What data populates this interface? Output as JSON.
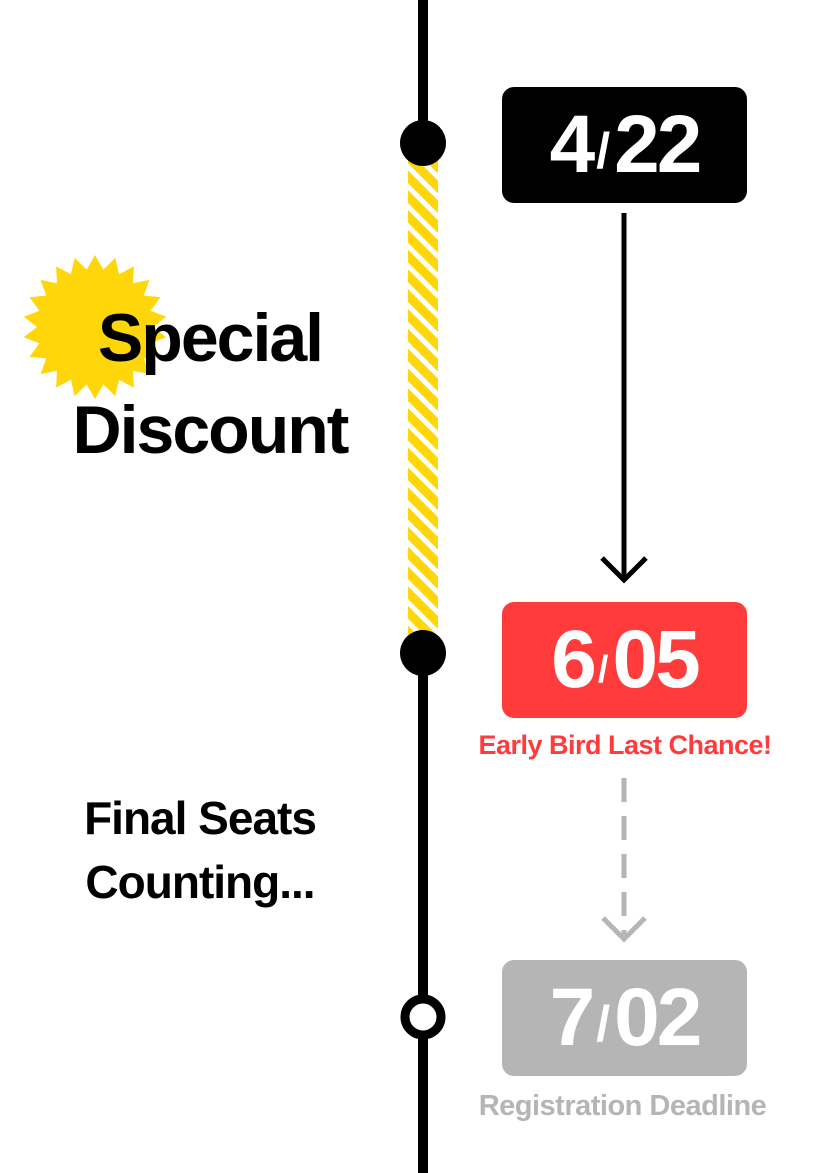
{
  "timeline": {
    "milestones": [
      {
        "id": "start",
        "month": "4",
        "separator": "/",
        "day": "22",
        "caption": "",
        "box_color": "#000000",
        "marker": "filled"
      },
      {
        "id": "early-bird",
        "month": "6",
        "separator": "/",
        "day": "05",
        "caption": "Early Bird Last Chance!",
        "box_color": "#ff3b3b",
        "marker": "filled"
      },
      {
        "id": "deadline",
        "month": "7",
        "separator": "/",
        "day": "02",
        "caption": "Registration Deadline",
        "box_color": "#b5b5b5",
        "marker": "hollow"
      }
    ],
    "periods": [
      {
        "id": "special-discount",
        "line1": "Special",
        "line2": "Discount",
        "badge_icon": "starburst-icon",
        "highlight_color": "#ffd60a"
      },
      {
        "id": "final-seats",
        "line1": "Final Seats",
        "line2": "Counting..."
      }
    ]
  },
  "colors": {
    "line": "#000000",
    "accent_yellow": "#ffd60a",
    "accent_red": "#ff3b3b",
    "muted_gray": "#b5b5b5"
  }
}
